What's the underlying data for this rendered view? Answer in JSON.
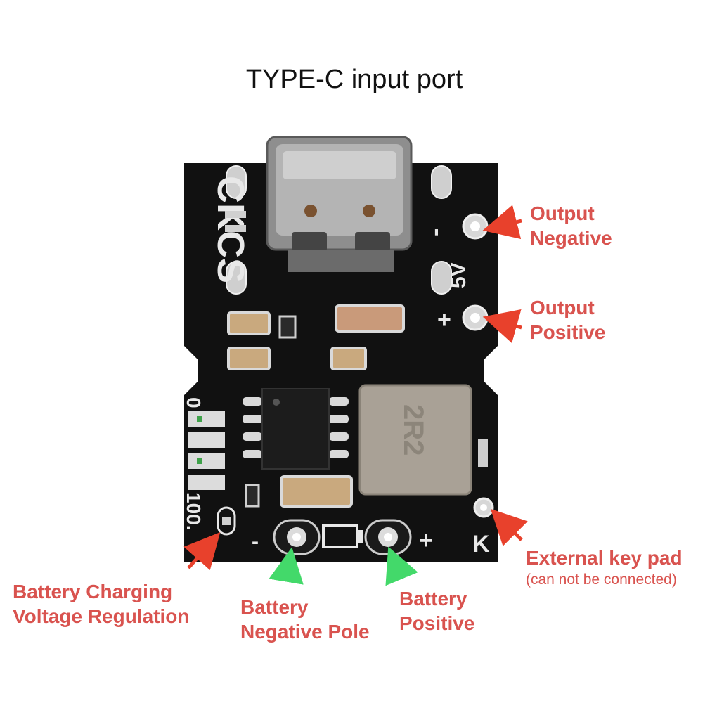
{
  "title": "TYPE-C input port",
  "board": {
    "brand": "CKCS",
    "voltage": "5V",
    "minus": "-",
    "plus": "+",
    "percent_low": "0",
    "percent_high": "100.",
    "key": "K",
    "bat_minus": "-",
    "bat_plus": "+",
    "inductor_code": "2R2"
  },
  "labels": {
    "output_negative": [
      "Output",
      "Negative"
    ],
    "output_positive": [
      "Output",
      "Positive"
    ],
    "external_key": "External key pad",
    "external_key_note": "(can not be connected)",
    "charging_voltage": [
      "Battery Charging",
      "Voltage Regulation"
    ],
    "battery_negative": [
      "Battery",
      "Negative Pole"
    ],
    "battery_positive": [
      "Battery",
      "Positive"
    ]
  },
  "colors": {
    "label": "#d9534f",
    "arrow_red": "#e8412c",
    "arrow_green": "#43d96a",
    "board": "#111111"
  }
}
